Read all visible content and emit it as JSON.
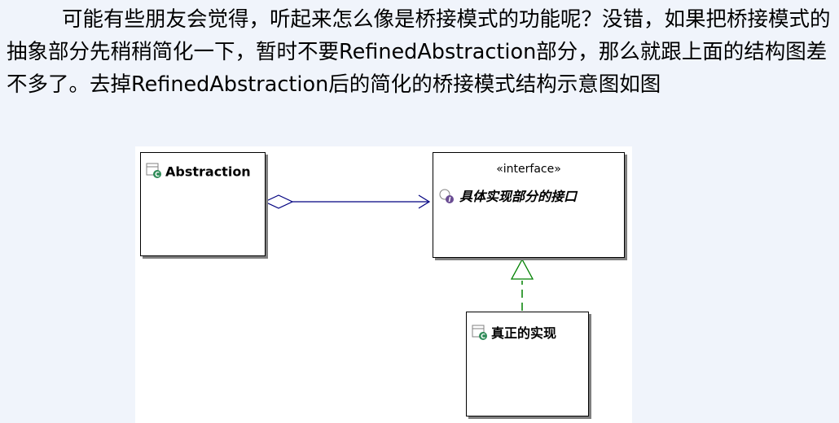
{
  "paragraph": "可能有些朋友会觉得，听起来怎么像是桥接模式的功能呢？没错，如果把桥接模式的抽象部分先稍稍简化一下，暂时不要RefinedAbstraction部分，那么就跟上面的结构图差不多了。去掉RefinedAbstraction后的简化的桥接模式结构示意图如图",
  "diagram": {
    "abstraction": {
      "name": "Abstraction",
      "icon": "class-icon"
    },
    "interface": {
      "stereotype": "«interface»",
      "name": "具体实现部分的接口",
      "icon": "interface-icon"
    },
    "implementation": {
      "name": "真正的实现",
      "icon": "class-icon"
    },
    "colors": {
      "association": "#000080",
      "realization": "#008000",
      "class_icon_accent": "#2e8b57",
      "interface_icon_accent": "#6a4c93"
    }
  }
}
